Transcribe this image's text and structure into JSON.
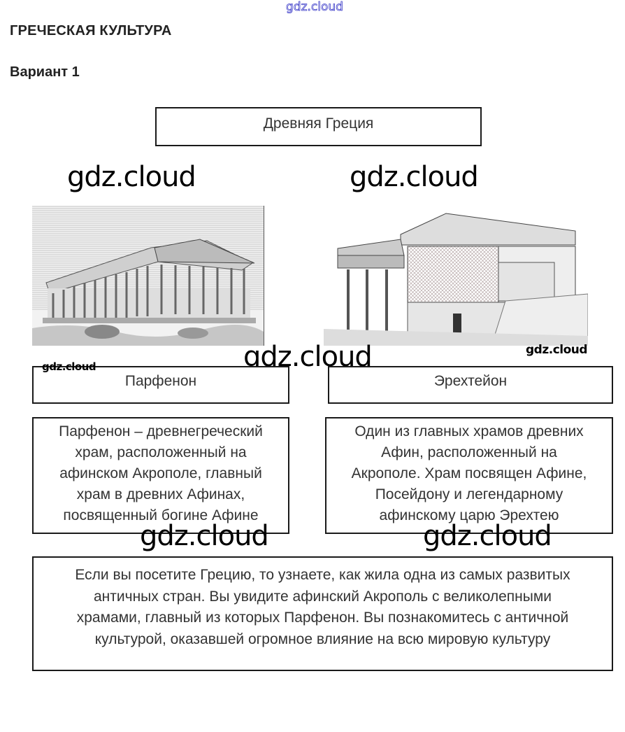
{
  "watermarks": {
    "top": "gdz.cloud",
    "big": "gdz.cloud",
    "small": "gdz.cloud"
  },
  "header": {
    "title": "ГРЕЧЕСКАЯ КУЛЬТУРА",
    "variant": "Вариант 1"
  },
  "main": {
    "topic": "Древняя Греция",
    "items": [
      {
        "name": "Парфенон",
        "image": "parthenon-engraving",
        "description": [
          "Парфенон – древнегреческий",
          "храм, расположенный на",
          "афинском Акрополе, главный",
          "храм в древних Афинах,",
          "посвященный богине Афине"
        ]
      },
      {
        "name": "Эрехтейон",
        "image": "erechtheion-engraving",
        "description": [
          "Один из главных храмов древних",
          "Афин, расположенный на",
          "Акрополе. Храм посвящен Афине,",
          "Посейдону и легендарному",
          "афинскому царю Эрехтею"
        ]
      }
    ],
    "summary": [
      "Если вы посетите Грецию, то узнаете, как жила одна из самых развитых",
      "античных стран. Вы увидите афинский Акрополь с великолепными",
      "храмами, главный из которых Парфенон. Вы познакомитесь с античной",
      "культурой, оказавшей огромное влияние на всю мировую культуру"
    ]
  }
}
